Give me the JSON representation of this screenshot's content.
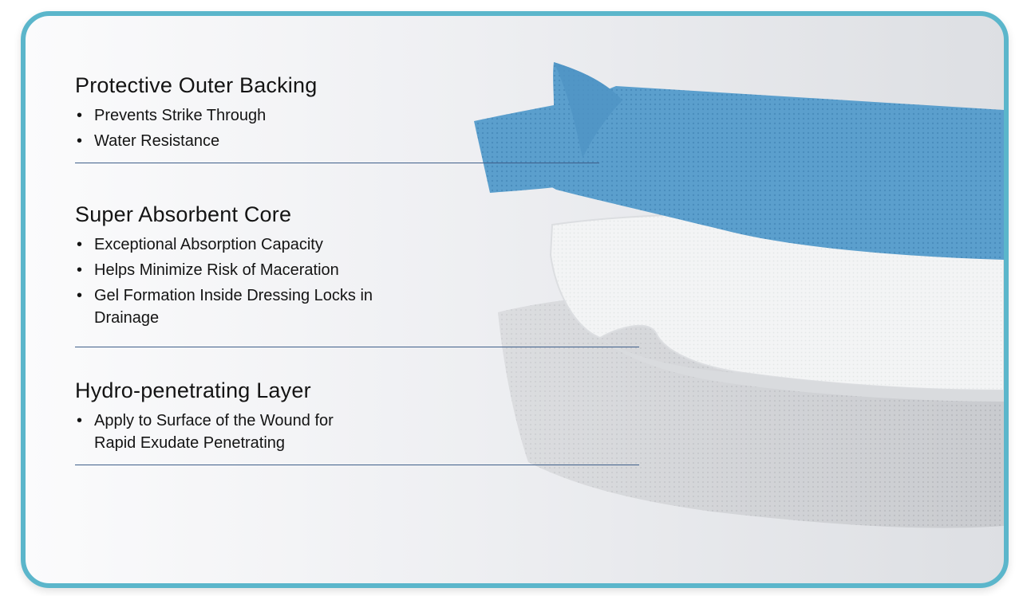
{
  "sections": [
    {
      "title": "Protective Outer Backing",
      "bullets": [
        "Prevents Strike Through",
        "Water Resistance"
      ]
    },
    {
      "title": "Super Absorbent Core",
      "bullets": [
        "Exceptional Absorption Capacity",
        "Helps Minimize Risk of Maceration",
        "Gel Formation Inside Dressing Locks in Drainage"
      ]
    },
    {
      "title": "Hydro-penetrating Layer",
      "bullets": [
        "Apply to Surface of the Wound for Rapid Exudate Penetrating"
      ]
    }
  ],
  "colors": {
    "frame": "#5bb6cb",
    "backing_layer": "#5b9fcd",
    "core_layer": "#f3f4f5",
    "contact_layer": "#c9cbcf",
    "leader_line": "#3f5f8a"
  }
}
